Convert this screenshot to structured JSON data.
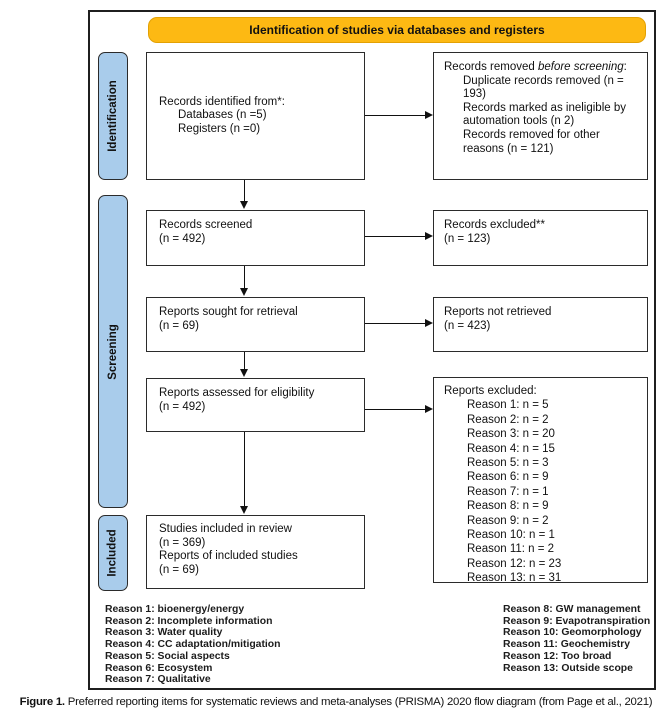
{
  "banner": {
    "title": "Identification of studies via databases and registers"
  },
  "sidebar": {
    "identification": "Identification",
    "screening": "Screening",
    "included": "Included"
  },
  "flow": {
    "records_identified": {
      "title": "Records identified from*:",
      "items": [
        "Databases (n =5)",
        "Registers (n =0)"
      ]
    },
    "records_removed": {
      "prefix": "Records removed ",
      "italic": "before screening",
      "suffix": ":",
      "items": [
        "Duplicate records removed (n = 193)",
        "Records marked as ineligible by automation tools (n 2)",
        "Records removed for other reasons (n = 121)"
      ]
    },
    "records_screened": {
      "line1": "Records screened",
      "line2": "(n = 492)"
    },
    "records_excluded": {
      "line1": "Records excluded**",
      "line2": "(n = 123)"
    },
    "reports_sought": {
      "line1": "Reports sought for retrieval",
      "line2": "(n = 69)"
    },
    "reports_not_retrieved": {
      "line1": "Reports not retrieved",
      "line2": "(n = 423)"
    },
    "reports_assessed": {
      "line1": "Reports assessed for eligibility",
      "line2": "(n = 492)"
    },
    "reports_excluded": {
      "title": "Reports excluded:",
      "reasons": [
        "Reason 1: n = 5",
        "Reason 2: n = 2",
        "Reason 3: n = 20",
        "Reason 4: n = 15",
        "Reason 5: n = 3",
        "Reason 6: n = 9",
        "Reason 7: n = 1",
        "Reason 8: n = 9",
        "Reason 9: n = 2",
        "Reason 10: n = 1",
        "Reason 11: n = 2",
        "Reason 12: n = 23",
        "Reason 13: n = 31"
      ]
    },
    "included_box": {
      "lines": [
        "Studies included in review",
        "(n = 369)",
        "Reports of included studies",
        "(n = 69)"
      ]
    }
  },
  "legend": {
    "left": [
      "Reason 1: bioenergy/energy",
      "Reason 2: Incomplete information",
      "Reason 3: Water quality",
      "Reason 4: CC adaptation/mitigation",
      "Reason 5: Social aspects",
      "Reason 6: Ecosystem",
      "Reason 7: Qualitative"
    ],
    "right": [
      "Reason 8: GW management",
      "Reason 9: Evapotranspiration",
      "Reason 10: Geomorphology",
      "Reason 11: Geochemistry",
      "Reason 12: Too broad",
      "Reason 13: Outside scope"
    ]
  },
  "caption": {
    "bold": "Figure 1.",
    "text": " Preferred reporting items for systematic reviews and meta-analyses (PRISMA) 2020 flow diagram (from Page et al., 2021)"
  },
  "colors": {
    "banner_bg": "#FDB913",
    "stage_bg": "#A9CCEB",
    "line": "#111111"
  }
}
